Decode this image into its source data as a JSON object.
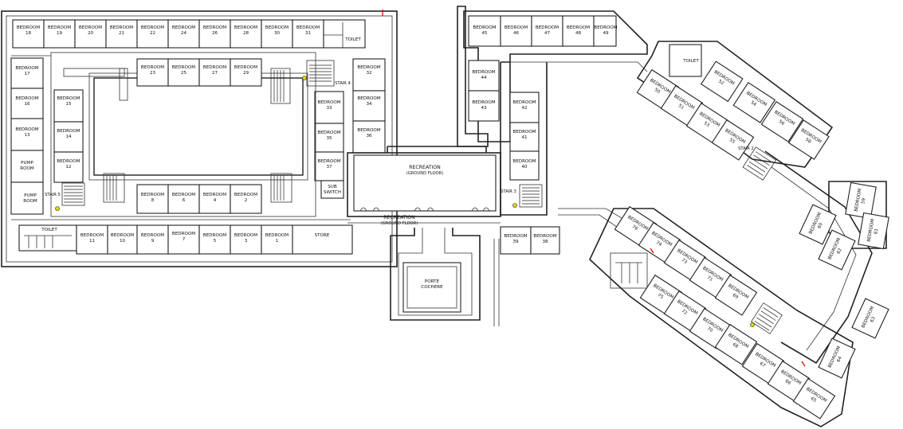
{
  "labels": {
    "bedroom": "BEDROOM",
    "toilet": "TOILET",
    "stair_4": "STAIR 4",
    "stair_5": "STAIR 5",
    "stair_3": "STAIR 3",
    "stair_2": "STAIR 2",
    "pump_room_a": [
      "PUMP",
      "ROOM"
    ],
    "pump_room_b": [
      "PUMP",
      "ROOM"
    ],
    "sub_switch": [
      "SUB",
      "SWITCH"
    ],
    "store": "STORE",
    "recreation_main": "RECREATION",
    "recreation_main_sub": "(GROUND FLOOR)",
    "recreation_corridor": "RECREATION",
    "recreation_corridor_sub": "(GROUND FLOOR)",
    "porte_cochere": [
      "PORTE",
      "COCHERE"
    ]
  },
  "rooms_top_row": [
    "18",
    "19",
    "20",
    "21",
    "22",
    "24",
    "26",
    "28",
    "30",
    "31"
  ],
  "rooms_left_col": [
    "17",
    "16",
    "13"
  ],
  "rooms_inner_left": [
    "15",
    "14",
    "12"
  ],
  "rooms_inner_top": [
    "23",
    "25",
    "27",
    "29"
  ],
  "rooms_inner_right": [
    "33",
    "35",
    "37"
  ],
  "rooms_outer_right": [
    "32",
    "34",
    "36"
  ],
  "rooms_inner_bottom": [
    "8",
    "6",
    "4",
    "2"
  ],
  "rooms_bottom_row": [
    "11",
    "10",
    "9",
    "7",
    "5",
    "3",
    "1"
  ],
  "rooms_right_wing_top": [
    "45",
    "46",
    "47",
    "48",
    "49"
  ],
  "rooms_right_wing_left": [
    "44",
    "43"
  ],
  "rooms_right_wing_mid": [
    "42",
    "41",
    "40"
  ],
  "rooms_right_bottom_pair": [
    "39",
    "38"
  ],
  "rooms_ne_outer": [
    "52",
    "54",
    "56",
    "58"
  ],
  "rooms_ne_inner": [
    "50",
    "51",
    "53",
    "55"
  ],
  "rooms_east_cluster": [
    "59",
    "61",
    "60",
    "62"
  ],
  "rooms_se_upper": [
    "76",
    "74",
    "73",
    "71",
    "69"
  ],
  "rooms_se_lower": [
    "75",
    "72",
    "70",
    "68",
    "67",
    "66",
    "65"
  ],
  "rooms_se_east": [
    "63",
    "64"
  ]
}
